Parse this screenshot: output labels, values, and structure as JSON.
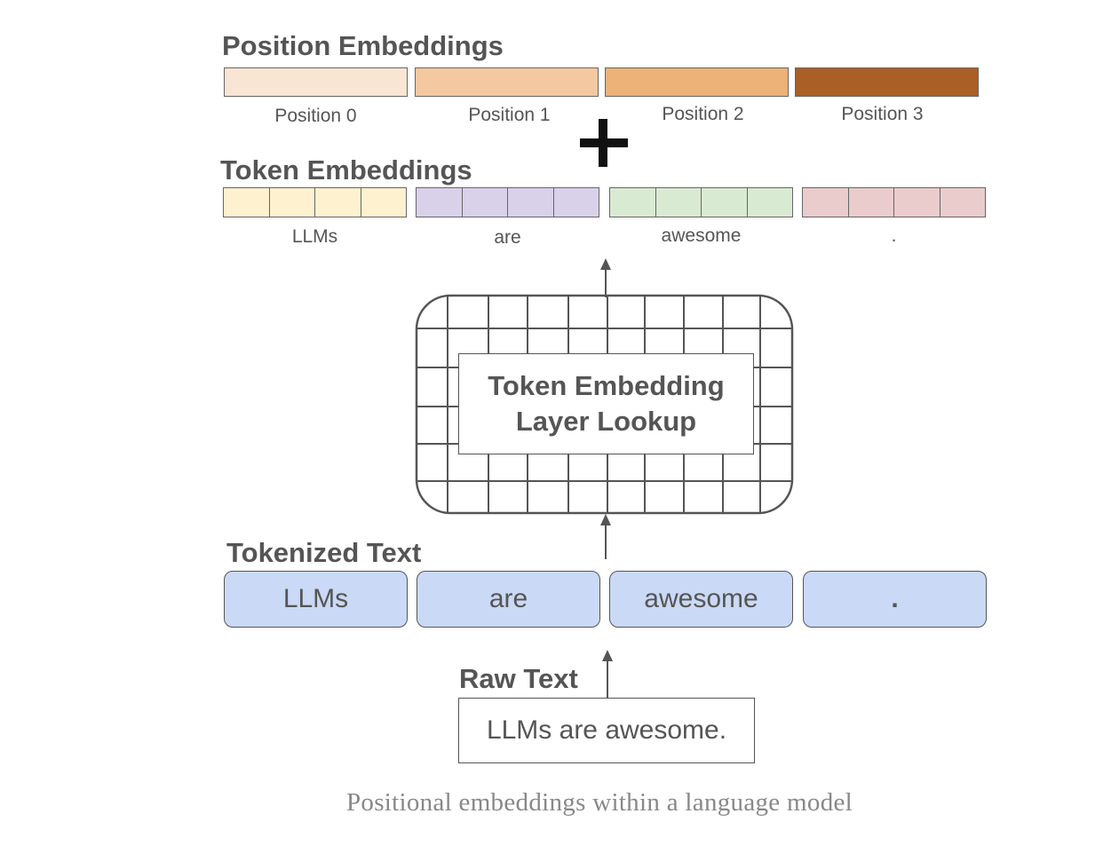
{
  "position_embeddings": {
    "title": "Position Embeddings",
    "positions": [
      {
        "label": "Position 0",
        "color": "#f8e5d4"
      },
      {
        "label": "Position 1",
        "color": "#f4c9a1"
      },
      {
        "label": "Position 2",
        "color": "#ecb277"
      },
      {
        "label": "Position 3",
        "color": "#a95f26"
      }
    ]
  },
  "plus_symbol": "+",
  "token_embeddings": {
    "title": "Token Embeddings",
    "groups": [
      {
        "label": "LLMs",
        "color": "#fdf1cf",
        "cells": 4
      },
      {
        "label": "are",
        "color": "#d9d1ea",
        "cells": 4
      },
      {
        "label": "awesome",
        "color": "#d9ead3",
        "cells": 4
      },
      {
        "label": ".",
        "color": "#eacccd",
        "cells": 4
      }
    ]
  },
  "lookup": {
    "label_line1": "Token Embedding",
    "label_line2": "Layer Lookup"
  },
  "tokenized_text": {
    "title": "Tokenized Text",
    "tokens": [
      "LLMs",
      "are",
      "awesome",
      "."
    ],
    "color": "#cad9f5"
  },
  "raw_text": {
    "title": "Raw Text",
    "value": "LLMs are awesome."
  },
  "caption": "Positional embeddings within a language model"
}
